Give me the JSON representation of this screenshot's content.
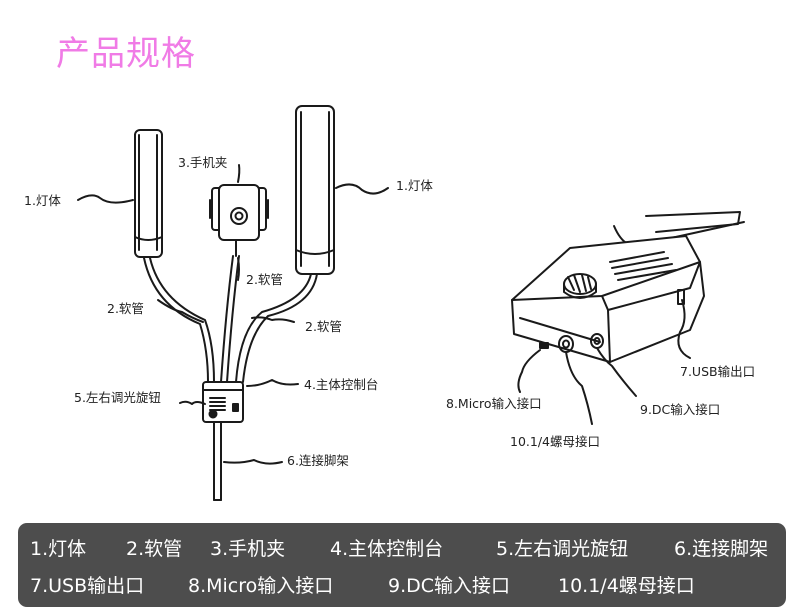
{
  "title": "产品规格",
  "diagram": {
    "left_callouts": {
      "light_left": "1.灯体",
      "hose_left": "2.软管",
      "knob": "5.左右调光旋钮"
    },
    "center_callouts": {
      "phone_clip": "3.手机夹",
      "hose_center": "2.软管",
      "hose_right": "2.软管",
      "light_right": "1.灯体",
      "control_box": "4.主体控制台",
      "tripod_link": "6.连接脚架"
    },
    "box_callouts": {
      "usb": "7.USB输出口",
      "micro": "8.Micro输入接口",
      "dc": "9.DC输入接口",
      "screw": "10.1/4螺母接口"
    }
  },
  "legend": {
    "row1": [
      "1.灯体",
      "2.软管",
      "3.手机夹",
      "4.主体控制台",
      "5.左右调光旋钮",
      "6.连接脚架"
    ],
    "row2": [
      "7.USB输出口",
      "8.Micro输入接口",
      "9.DC输入接口",
      "10.1/4螺母接口"
    ]
  },
  "colors": {
    "title": "#f07be6",
    "legend_bg": "#4d4d4d",
    "legend_text": "#ffffff",
    "line": "#1a1a1a"
  }
}
